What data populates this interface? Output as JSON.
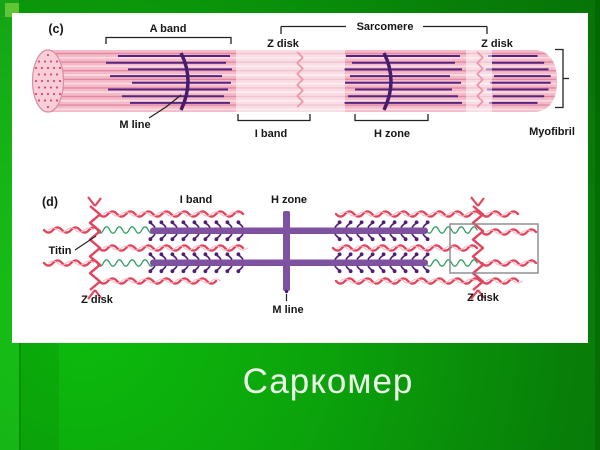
{
  "slide": {
    "caption": "Саркомер",
    "caption_color": "#ebf5e7",
    "background_green": "#0ba30b"
  },
  "figure": {
    "panel_c": {
      "panel_label": "(c)",
      "labels": {
        "a_band": "A band",
        "sarcomere": "Sarcomere",
        "z_disk_left": "Z disk",
        "z_disk_right": "Z disk",
        "m_line": "M line",
        "i_band": "I band",
        "h_zone": "H zone",
        "myofibril": "Myofibril"
      }
    },
    "panel_d": {
      "panel_label": "(d)",
      "labels": {
        "i_band": "I band",
        "h_zone": "H zone",
        "titin": "Titin",
        "z_disk_left": "Z disk",
        "m_line": "M line",
        "z_disk_right": "Z disk"
      }
    },
    "colors": {
      "myofibril_pink": "#f4bac8",
      "pink_stripe_dark": "#e289a2",
      "pink_stripe_light": "#fbdce3",
      "stripe_purple": "#552380",
      "m_arc_purple": "#471d6b",
      "actin_red": "#e2455e",
      "actin_highlight": "#f8b7c2",
      "titin_green": "#2f9e60",
      "myosin_purple": "#7e52a0",
      "myosin_head_purple": "#4f1d75",
      "line_black": "#222222",
      "box_gray": "#888888"
    }
  }
}
